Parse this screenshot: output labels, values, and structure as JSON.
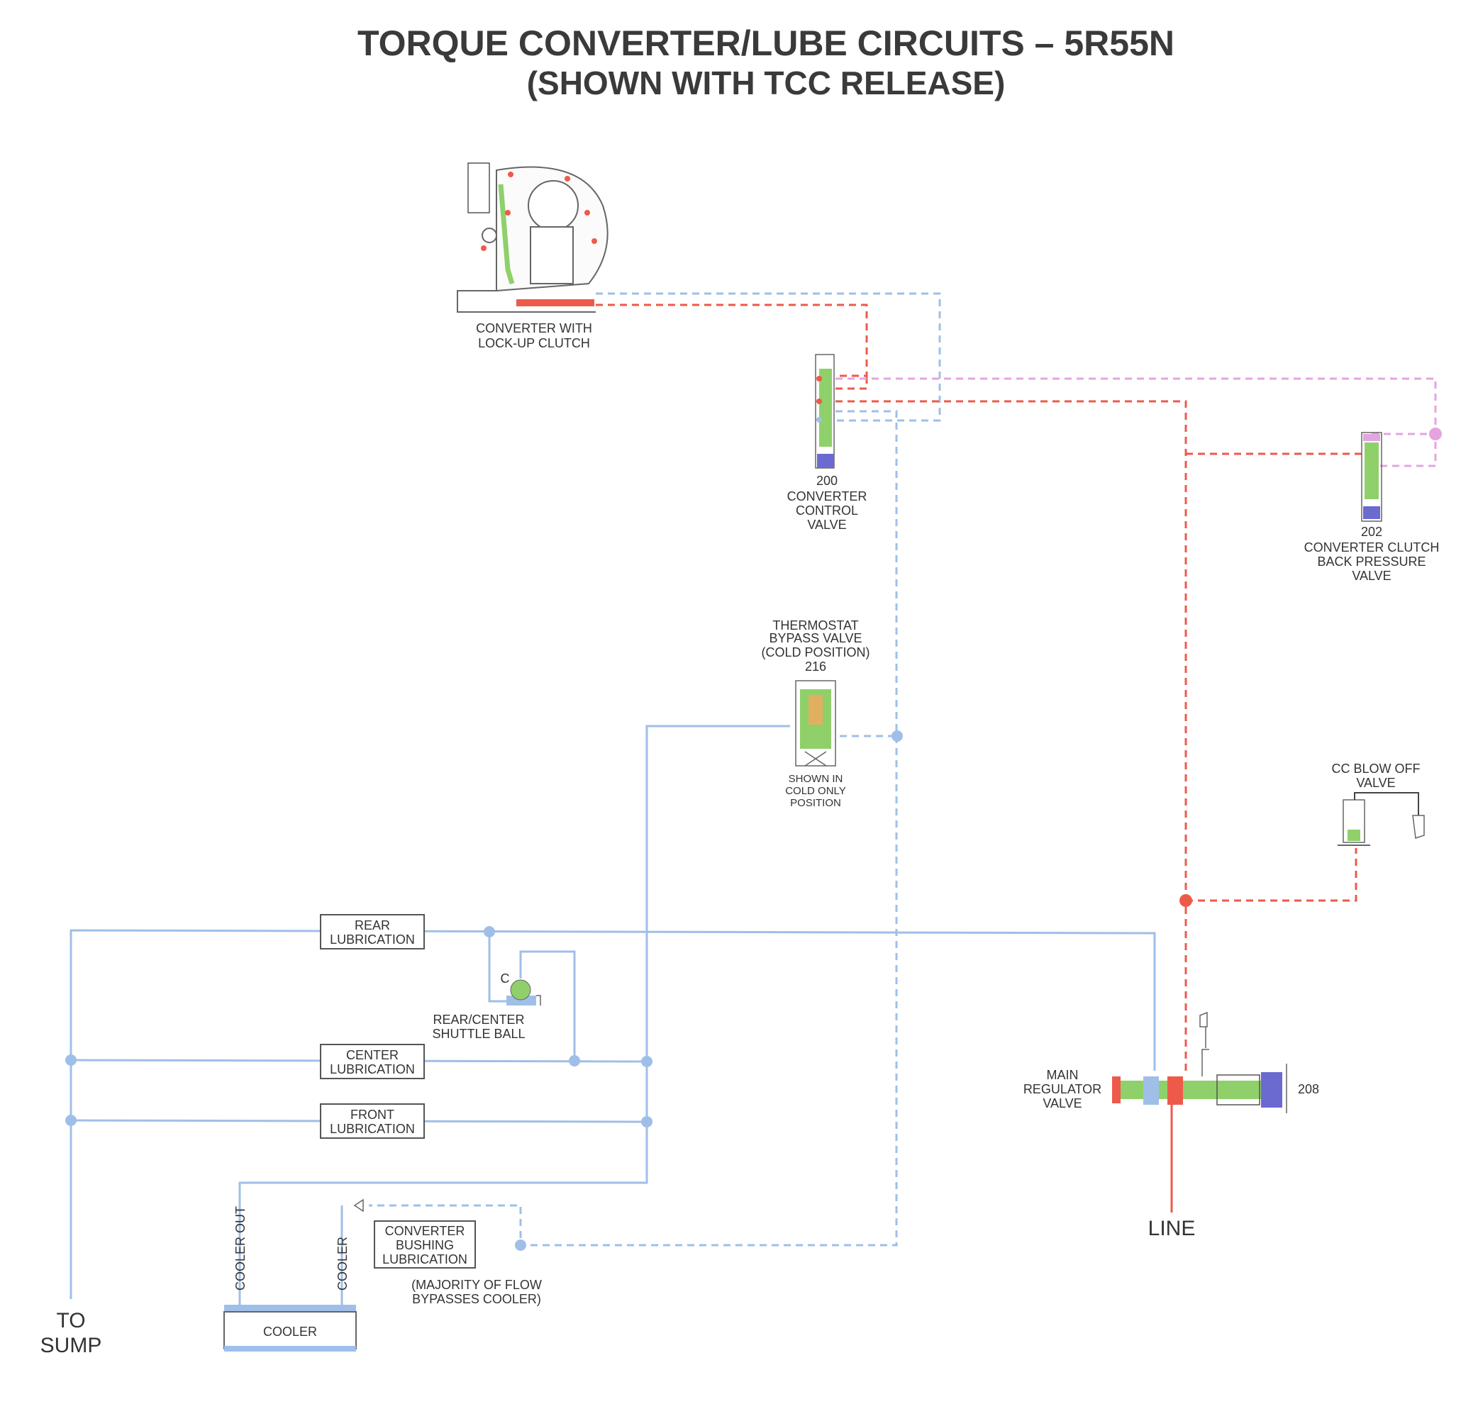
{
  "title": {
    "line1": "TORQUE CONVERTER/LUBE CIRCUITS – 5R55N",
    "line2": "(SHOWN WITH TCC RELEASE)"
  },
  "converter": {
    "label_line1": "CONVERTER WITH",
    "label_line2": "LOCK-UP CLUTCH"
  },
  "valve_200": {
    "number": "200",
    "line1": "CONVERTER",
    "line2": "CONTROL",
    "line3": "VALVE"
  },
  "valve_202": {
    "number": "202",
    "line1": "CONVERTER CLUTCH",
    "line2": "BACK PRESSURE",
    "line3": "VALVE"
  },
  "valve_216": {
    "line1": "THERMOSTAT",
    "line2": "BYPASS VALVE",
    "line3": "(COLD POSITION)",
    "number": "216",
    "note_line1": "SHOWN IN",
    "note_line2": "COLD ONLY",
    "note_line3": "POSITION"
  },
  "cc_blow_off": {
    "line1": "CC BLOW OFF",
    "line2": "VALVE"
  },
  "main_regulator": {
    "line1": "MAIN",
    "line2": "REGULATOR",
    "line3": "VALVE",
    "number": "208"
  },
  "line_label": "LINE",
  "sump": {
    "line1": "TO",
    "line2": "SUMP"
  },
  "lubrication": {
    "rear": {
      "line1": "REAR",
      "line2": "LUBRICATION"
    },
    "center": {
      "line1": "CENTER",
      "line2": "LUBRICATION"
    },
    "front": {
      "line1": "FRONT",
      "line2": "LUBRICATION"
    }
  },
  "shuttle_ball": {
    "letter": "C",
    "line1": "REAR/CENTER",
    "line2": "SHUTTLE BALL"
  },
  "cooler": {
    "label": "COOLER",
    "out_label": "COOLER OUT",
    "in_label": "COOLER"
  },
  "bushing": {
    "line1": "CONVERTER",
    "line2": "BUSHING",
    "line3": "LUBRICATION",
    "note_line1": "(MAJORITY OF FLOW",
    "note_line2": "BYPASSES COOLER)"
  },
  "colors": {
    "converter_feed": "#ee5a4a",
    "lube_flow": "#9fbfe9",
    "back_pressure": "#e4a4e0",
    "valve_body": "#8fd06a",
    "valve_plug": "#6a6ad0",
    "thermo_element": "#e0b060"
  }
}
